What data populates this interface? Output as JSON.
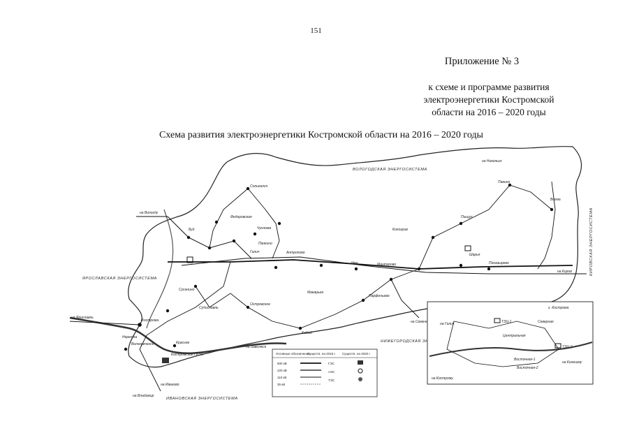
{
  "page_number": "151",
  "appendix": {
    "title": "Приложение № 3",
    "subtitle_lines": [
      "к схеме и программе развития",
      "электроэнергетики Костромской",
      "области на 2016 – 2020 годы"
    ]
  },
  "map_title": "Схема развития электроэнергетики Костромской области на 2016 – 2020 годы",
  "energy_systems": {
    "vologda": "ВОЛОГОДСКАЯ ЭНЕРГОСИСТЕМА",
    "yaroslavl": "ЯРОСЛАВСКАЯ ЭНЕРГОСИСТЕМА",
    "ivanovo": "ИВАНОВСКАЯ ЭНЕРГОСИСТЕМА",
    "nizhny": "НИЖЕГОРОДСКАЯ ЭНЕРГОСИСТЕМА",
    "kirov": "КИРОВСКАЯ ЭНЕРГОСИСТЕМА"
  },
  "substations": [
    {
      "id": "soligalich",
      "name": "Солигалич"
    },
    {
      "id": "fedorovskaya",
      "name": "Федоровская"
    },
    {
      "id": "chuhloma",
      "name": "Чухлома"
    },
    {
      "id": "pankino",
      "name": "Панкино"
    },
    {
      "id": "galich",
      "name": "Галич"
    },
    {
      "id": "antropovo",
      "name": "Антропово"
    },
    {
      "id": "neya",
      "name": "Нея"
    },
    {
      "id": "manturovo",
      "name": "Мантурово"
    },
    {
      "id": "sharya",
      "name": "Шарья"
    },
    {
      "id": "vohma",
      "name": "Вохма"
    },
    {
      "id": "pavino",
      "name": "Павино"
    },
    {
      "id": "pyshug",
      "name": "Пыщуг"
    },
    {
      "id": "kologriv",
      "name": "Кологрив"
    },
    {
      "id": "makarev",
      "name": "Макарьев"
    },
    {
      "id": "kadyi",
      "name": "Кадый"
    },
    {
      "id": "susanino",
      "name": "Сусанино"
    },
    {
      "id": "buy",
      "name": "Буй"
    },
    {
      "id": "kostroma",
      "name": "Кострома"
    },
    {
      "id": "nerehta",
      "name": "Нерехта"
    },
    {
      "id": "volgorechensk",
      "name": "Волгореченск"
    },
    {
      "id": "krasnoe",
      "name": "Красное"
    },
    {
      "id": "ostrovskoe",
      "name": "Островское"
    },
    {
      "id": "sudislavl",
      "name": "Судиславль"
    },
    {
      "id": "parfenevo",
      "name": "Парфеньево"
    },
    {
      "id": "ponazyrevo",
      "name": "Поназырево"
    },
    {
      "id": "kostroma_gres",
      "name": "Костромская ГРЭС"
    }
  ],
  "directions": [
    {
      "id": "to_vologda",
      "name": "на Вологду"
    },
    {
      "id": "to_yaroslavl",
      "name": "на Ярославль"
    },
    {
      "id": "to_ivanovo",
      "name": "на Иваново"
    },
    {
      "id": "to_vladimir",
      "name": "на Владимир"
    },
    {
      "id": "to_nikolsk",
      "name": "на Никольск"
    },
    {
      "id": "to_semenov",
      "name": "на Семенов"
    },
    {
      "id": "to_kirov",
      "name": "на Киров"
    },
    {
      "id": "to_zavolzhsk",
      "name": "на Заволжск"
    }
  ],
  "legend": {
    "title": "Условные обозначения",
    "columns": [
      "Существ. на 2015 г.",
      "Существ. на 2020 г."
    ],
    "rows": [
      "500 кВ",
      "220 кВ",
      "110 кВ",
      "35 кВ"
    ],
    "stations": [
      "ГЭС",
      "АЭС",
      "ТЭС"
    ]
  },
  "inset": {
    "title": "г. Кострома",
    "labels": [
      "ТЭЦ-1",
      "ТЭЦ-2",
      "Центральная",
      "Северная",
      "Восточная-1",
      "Восточная-2",
      "на Кострому",
      "на Галич",
      "на Кинешму"
    ]
  }
}
